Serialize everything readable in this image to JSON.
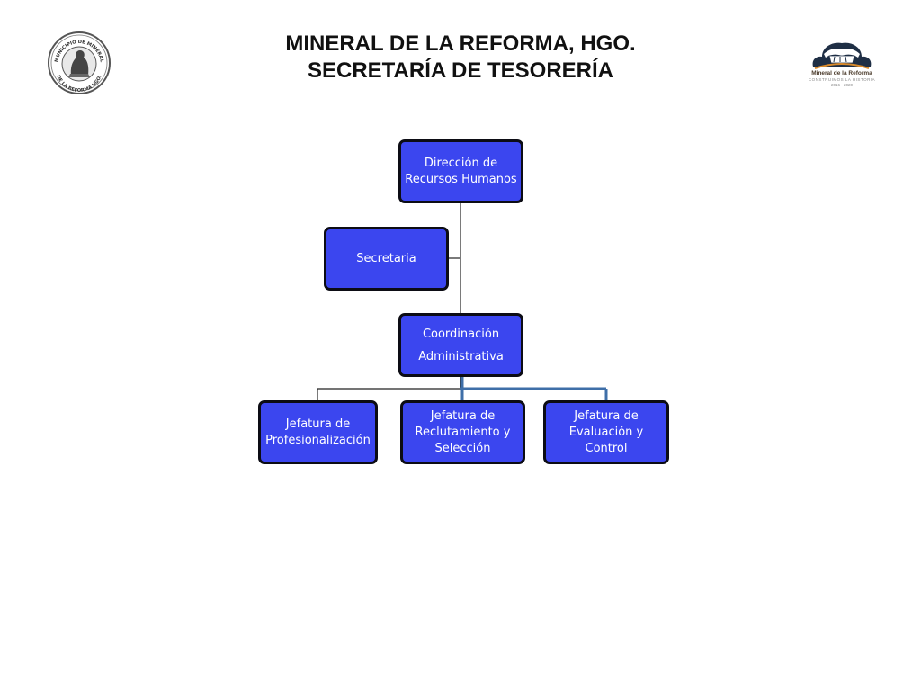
{
  "header": {
    "title_line1": "MINERAL DE LA REFORMA, HGO.",
    "title_line2": "SECRETARÍA DE TESORERÍA"
  },
  "seal": {
    "top_text": "MUNICIPIO DE MINERAL",
    "bottom_text": "DE LA REFORMA HGO."
  },
  "logo": {
    "name": "Mineral de la Reforma",
    "tagline": "CONSTRUIMOS LA HISTORIA",
    "years": "2016 - 2020",
    "colors": {
      "dark": "#1f2f45",
      "accent": "#d98a2b"
    }
  },
  "org_chart": {
    "node_color": "#3b46ef",
    "connector_highlight_color": "#3f6fa8",
    "nodes": [
      {
        "id": "direccion",
        "label": "Dirección de\nRecursos Humanos"
      },
      {
        "id": "secretaria",
        "label": "Secretaria"
      },
      {
        "id": "coordinacion",
        "label": "Coordinación\nAdministrativa"
      },
      {
        "id": "profesionalizacion",
        "label": "Jefatura de\nProfesionalización"
      },
      {
        "id": "reclutamiento",
        "label": "Jefatura de\nReclutamiento y\nSelección"
      },
      {
        "id": "evaluacion",
        "label": "Jefatura de\nEvaluación y\nControl"
      }
    ]
  }
}
